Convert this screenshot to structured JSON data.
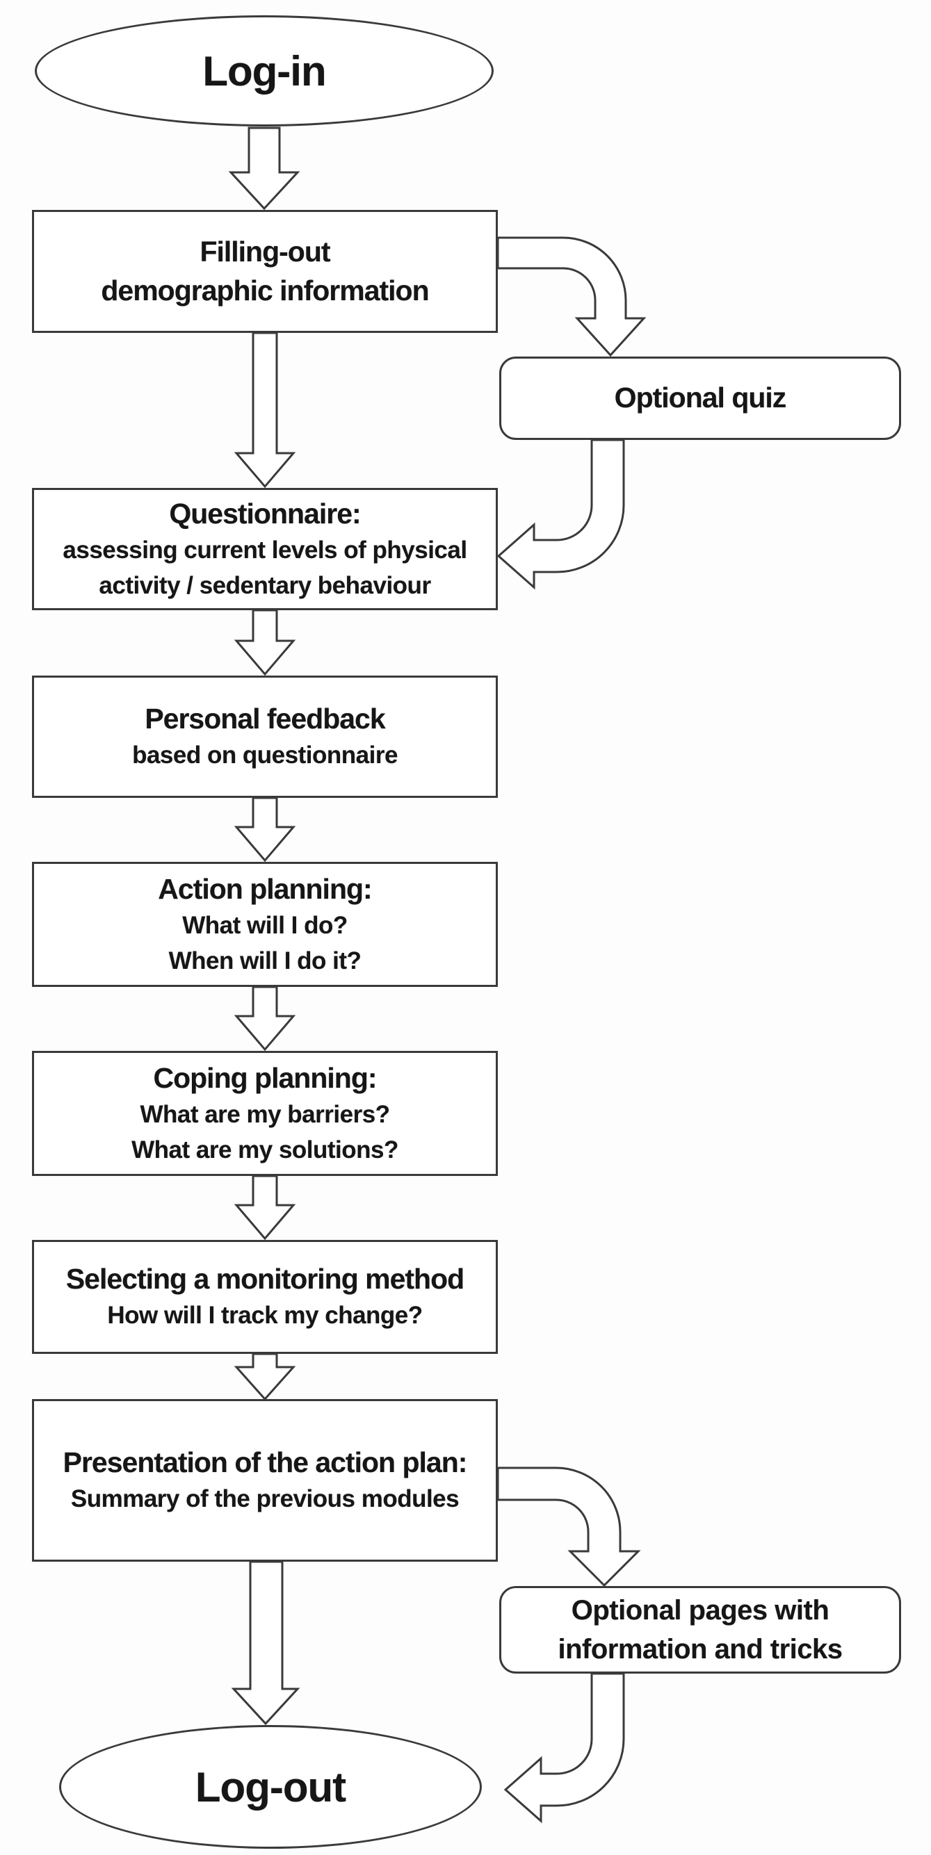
{
  "nodes": {
    "login": {
      "label": "Log-in"
    },
    "demographics": {
      "line1": "Filling-out",
      "line2": "demographic information"
    },
    "optional_quiz": {
      "label": "Optional quiz"
    },
    "questionnaire": {
      "line1": "Questionnaire:",
      "line2": "assessing current levels of physical",
      "line3": "activity / sedentary behaviour"
    },
    "personal_feedback": {
      "line1": "Personal feedback",
      "line2": "based on questionnaire"
    },
    "action_planning": {
      "line1": "Action planning:",
      "line2": "What will I do?",
      "line3": "When will I do it?"
    },
    "coping_planning": {
      "line1": "Coping planning:",
      "line2": "What are my barriers?",
      "line3": "What are my solutions?"
    },
    "monitoring_method": {
      "line1": "Selecting a monitoring method",
      "line2": "How will I track my change?"
    },
    "action_plan_presentation": {
      "line1": "Presentation of the action plan:",
      "line2": "Summary of the previous modules"
    },
    "optional_pages": {
      "line1": "Optional pages with",
      "line2": "information and tricks"
    },
    "logout": {
      "label": "Log-out"
    }
  },
  "colors": {
    "line": "#3a3a3a",
    "text": "#161616",
    "node_fill": "#ffffff",
    "background": "#fdfdfd"
  }
}
